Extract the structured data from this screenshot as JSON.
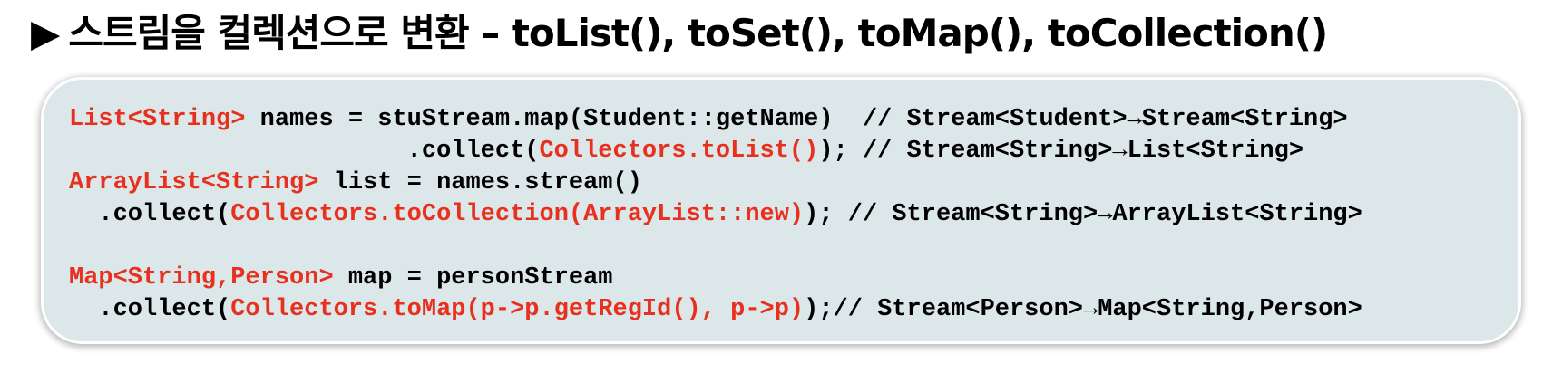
{
  "title": {
    "arrow": "▶",
    "text": "스트림을 컬렉션으로 변환 –  toList(), toSet(), toMap(), toCollection()"
  },
  "code": {
    "lines": [
      [
        {
          "text": "List<String>",
          "color": "red"
        },
        {
          "text": " names = stuStream.map(Student::getName)  // Stream<Student>→Stream<String>",
          "color": "black"
        }
      ],
      [
        {
          "text": "                       .collect(",
          "color": "black"
        },
        {
          "text": "Collectors.toList()",
          "color": "red"
        },
        {
          "text": "); // Stream<String>→List<String>",
          "color": "black"
        }
      ],
      [
        {
          "text": "ArrayList<String>",
          "color": "red"
        },
        {
          "text": " list = names.stream()",
          "color": "black"
        }
      ],
      [
        {
          "text": "  .collect(",
          "color": "black"
        },
        {
          "text": "Collectors.toCollection(ArrayList::new)",
          "color": "red"
        },
        {
          "text": "); // Stream<String>→ArrayList<String>",
          "color": "black"
        }
      ],
      [
        {
          "text": "",
          "color": "black"
        }
      ],
      [
        {
          "text": "Map<String,Person>",
          "color": "red"
        },
        {
          "text": " map = personStream",
          "color": "black"
        }
      ],
      [
        {
          "text": "  .collect(",
          "color": "black"
        },
        {
          "text": "Collectors.toMap(p->p.getRegId(), p->p)",
          "color": "red"
        },
        {
          "text": ");// Stream<Person>→Map<String,Person>",
          "color": "black"
        }
      ]
    ]
  },
  "colors": {
    "red": "#e8301e",
    "black": "#000000",
    "code_background": "#dce7ea"
  }
}
